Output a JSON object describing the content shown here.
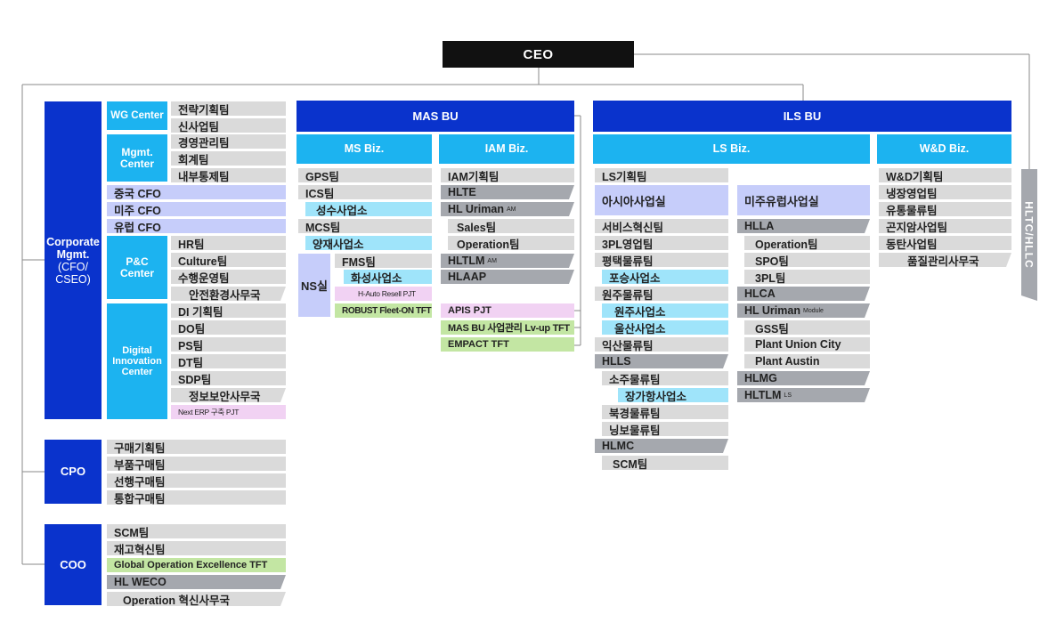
{
  "ceo": "CEO",
  "hltc": "HLTC/HLLC",
  "corporate": {
    "title_lines": [
      "Corporate",
      "Mgmt.",
      "(CFO/",
      "CSEO)"
    ],
    "wg_center": "WG Center",
    "wg_teams": [
      "전략기획팀",
      "신사업팀"
    ],
    "mgmt_center": [
      "Mgmt.",
      "Center"
    ],
    "mgmt_teams": [
      "경영관리팀",
      "회계팀",
      "내부통제팀"
    ],
    "cfos": [
      "중국 CFO",
      "미주 CFO",
      "유럽 CFO"
    ],
    "pc_center": [
      "P&C",
      "Center"
    ],
    "pc_teams": [
      "HR팀",
      "Culture팀",
      "수행운영팀"
    ],
    "pc_office": "안전환경사무국",
    "digital_center": [
      "Digital",
      "Innovation",
      "Center"
    ],
    "digital_teams": [
      "DI 기획팀",
      "DO팀",
      "PS팀",
      "DT팀",
      "SDP팀"
    ],
    "digital_office": "정보보안사무국",
    "digital_pjt": "Next ERP 구축 PJT"
  },
  "cpo": {
    "title": "CPO",
    "teams": [
      "구매기획팀",
      "부품구매팀",
      "선행구매팀",
      "통합구매팀"
    ]
  },
  "coo": {
    "title": "COO",
    "teams": [
      "SCM팀",
      "재고혁신팀"
    ],
    "tft": "Global Operation Excellence TFT",
    "weco": "HL WECO",
    "office": "Operation 혁신사무국"
  },
  "mas_bu": {
    "title": "MAS BU",
    "ms_biz": "MS Biz.",
    "ms_teams": [
      "GPS팀",
      "ICS팀"
    ],
    "ms_site1": "성수사업소",
    "ms_mcs": "MCS팀",
    "ms_site2": "양재사업소",
    "ns": "NS실",
    "fms": "FMS팀",
    "hwaseong": "화성사업소",
    "hauto": "H-Auto Resell PJT",
    "robust": "ROBUST Fleet-ON TFT",
    "iam_biz": "IAM Biz.",
    "iam_plan": "IAM기획팀",
    "hlte": "HLTE",
    "uriman": "HL Uriman",
    "uriman_sup": "AM",
    "uriman_teams": [
      "Sales팀",
      "Operation팀"
    ],
    "hltlm": "HLTLM",
    "hltlm_sup": "AM",
    "hlaap": "HLAAP",
    "apis": "APIS PJT",
    "lvup": "MAS BU 사업관리 Lv-up TFT",
    "empact": "EMPACT TFT"
  },
  "ils_bu": {
    "title": "ILS BU",
    "ls_biz": "LS Biz.",
    "ls_plan": "LS기획팀",
    "asia": "아시아사업실",
    "asia_teams": [
      "서비스혁신팀",
      "3PL영업팀",
      "평택물류팀"
    ],
    "posung": "포승사업소",
    "wonju": "원주물류팀",
    "wonju_sites": [
      "원주사업소",
      "울산사업소"
    ],
    "iksan": "익산물류팀",
    "hlls": "HLLS",
    "sozhou": "소주물류팀",
    "zhangjiagang": "장가항사업소",
    "china_teams": [
      "북경물류팀",
      "닝보물류팀"
    ],
    "hlmc": "HLMC",
    "hlmc_scm": "SCM팀",
    "amer": "미주유럽사업실",
    "hlla": "HLLA",
    "hlla_teams": [
      "Operation팀",
      "SPO팀",
      "3PL팀"
    ],
    "hlca": "HLCA",
    "uriman_module": "HL Uriman",
    "uriman_module_sup": "Module",
    "module_teams": [
      "GSS팀",
      "Plant Union City",
      "Plant Austin"
    ],
    "hlmg": "HLMG",
    "hltlm_ls": "HLTLM",
    "hltlm_ls_sup": "LS",
    "wd_biz": "W&D Biz.",
    "wd_teams": [
      "W&D기획팀",
      "냉장영업팀",
      "유통물류팀",
      "곤지암사업팀",
      "동탄사업팀"
    ],
    "wd_office": "품질관리사무국"
  }
}
